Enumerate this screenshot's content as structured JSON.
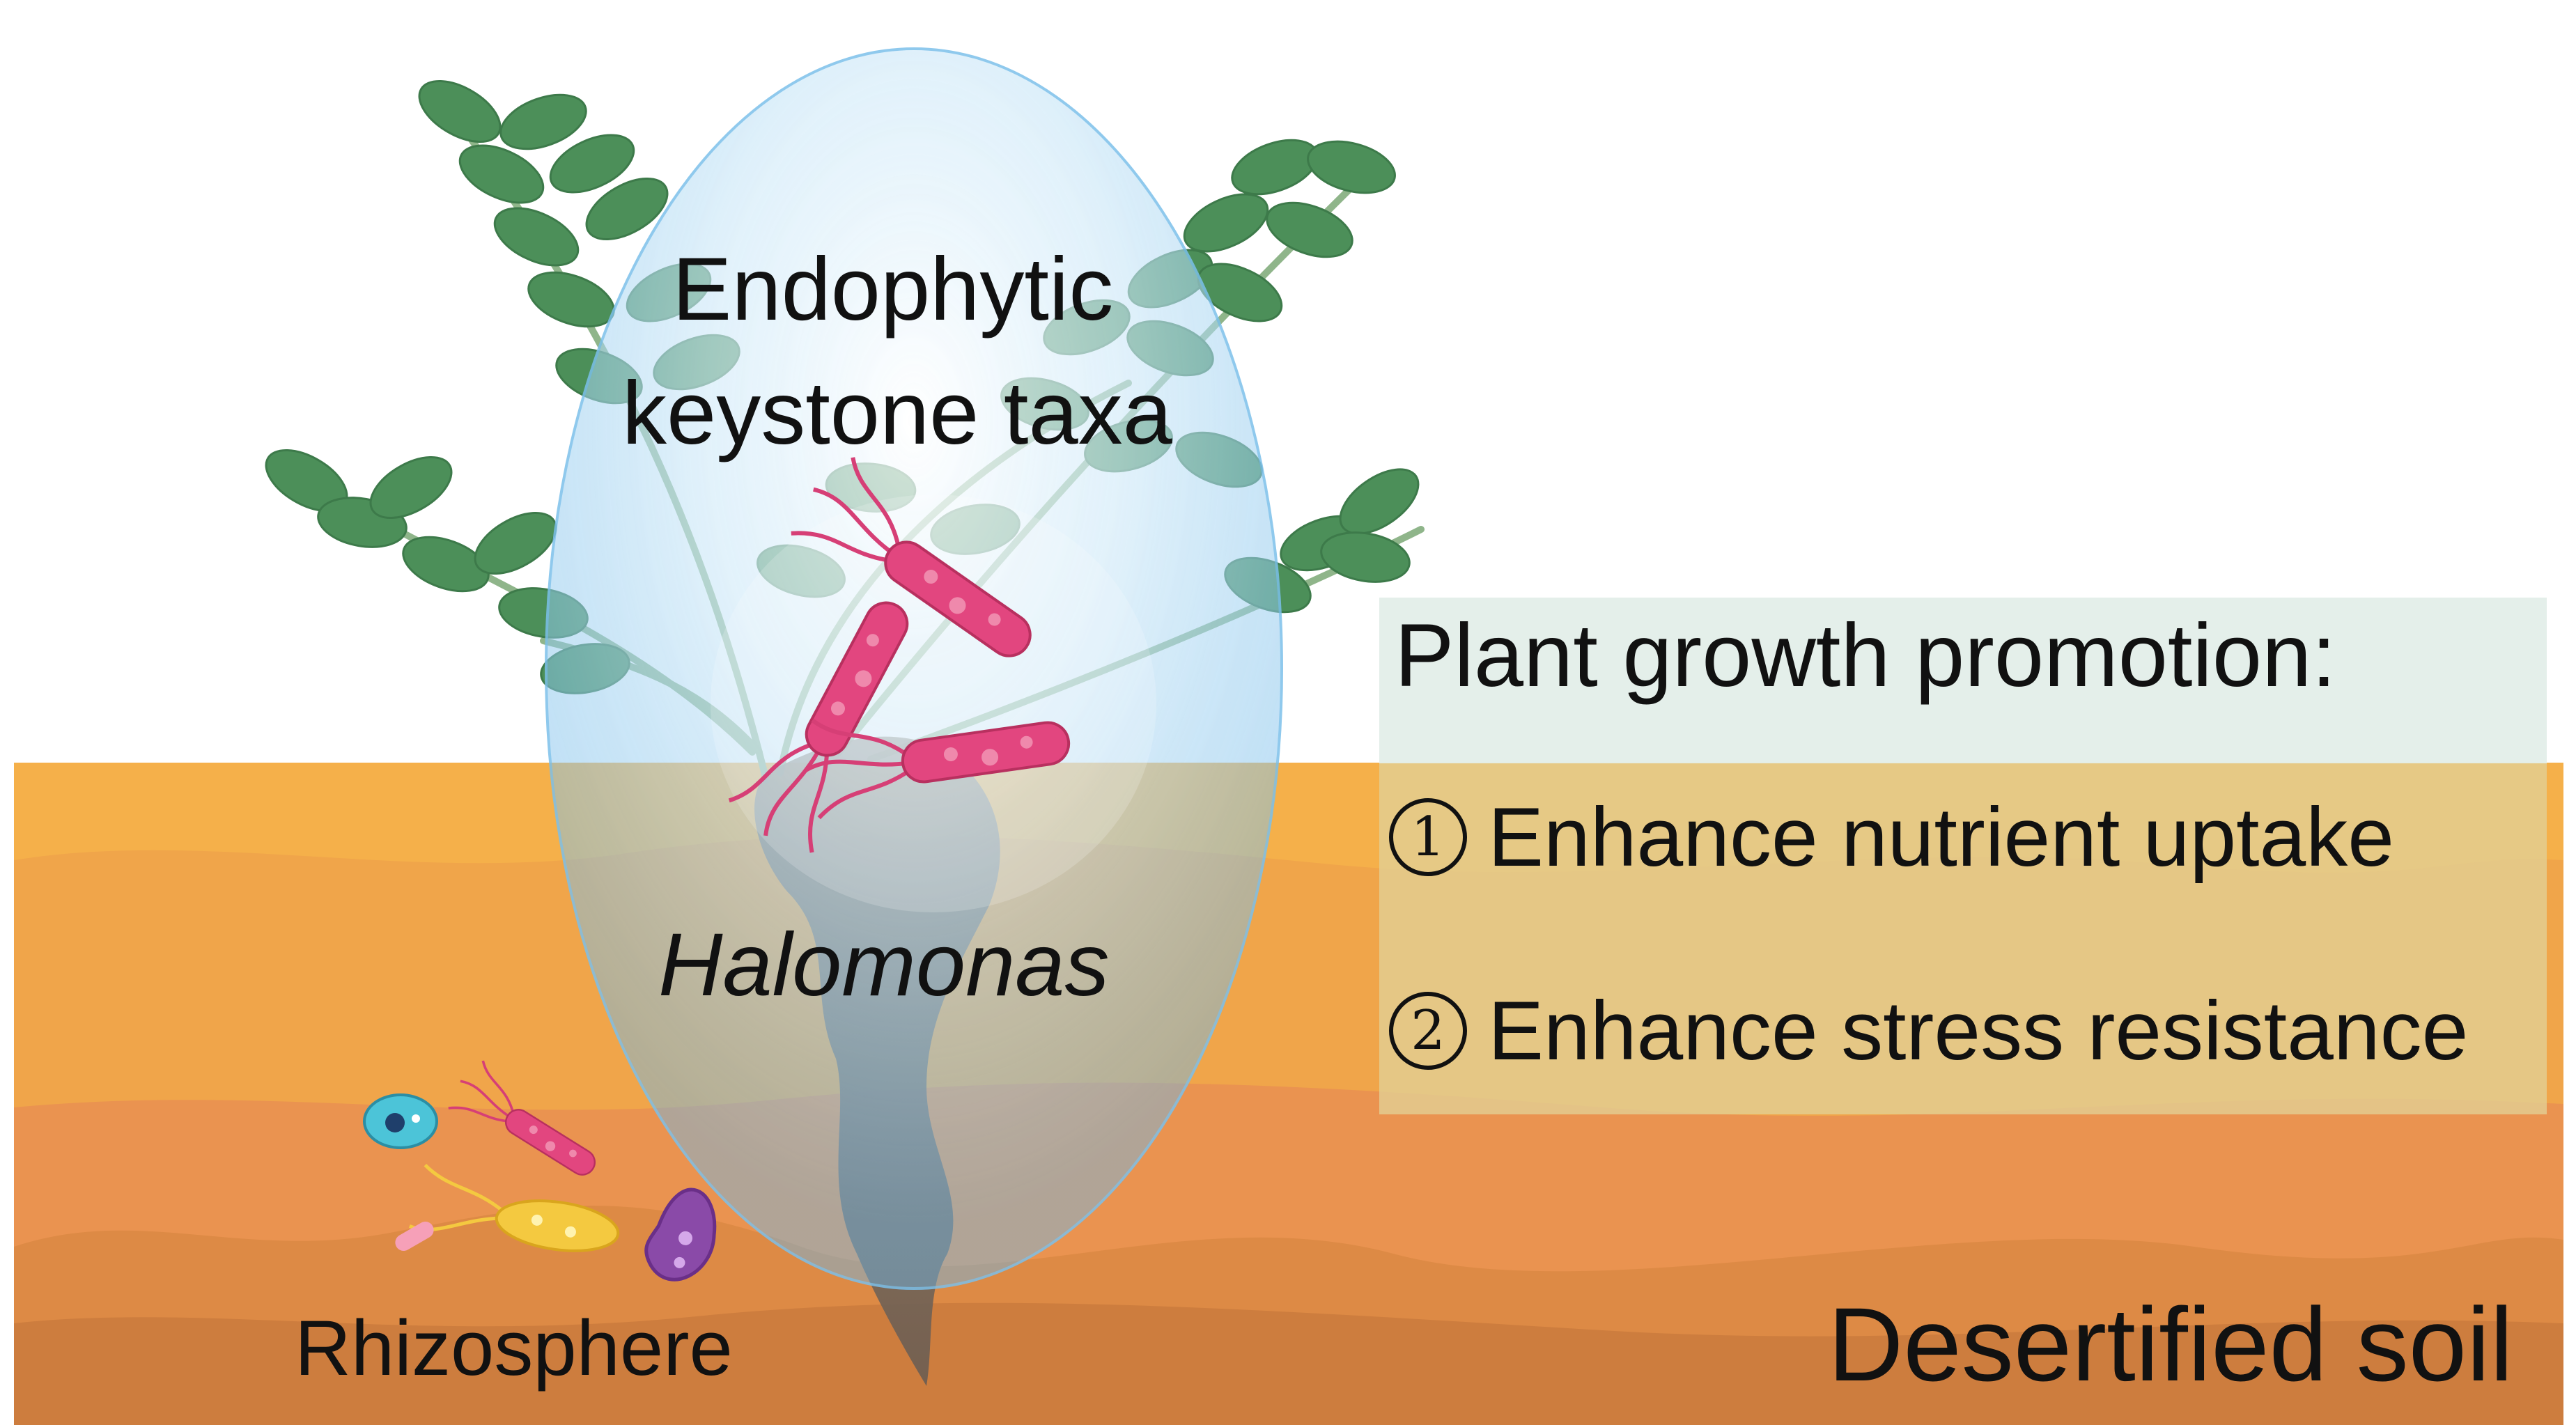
{
  "labels": {
    "endophytic_line1": "Endophytic",
    "endophytic_line2": "keystone taxa",
    "genus": "Halomonas",
    "rhizosphere": "Rhizosphere",
    "soil": "Desertified soil"
  },
  "info_panel": {
    "title": "Plant growth promotion:",
    "items": [
      {
        "marker": "1",
        "text": "Enhance nutrient uptake"
      },
      {
        "marker": "2",
        "text": "Enhance stress resistance"
      }
    ]
  },
  "colors": {
    "soil_layer_1": "#f5b04a",
    "soil_layer_2": "#f0a54a",
    "soil_layer_3": "#ea9350",
    "soil_layer_4": "#dd8a45",
    "soil_layer_5": "#cd7d3e",
    "leaf": "#4c8f59",
    "stem": "#8fb58a",
    "root": "#7a6d62",
    "halo_bubble": "#8cc8ee",
    "bacterium_pink": "#e2467f",
    "bacterium_yellow": "#f4c940",
    "bacterium_purple": "#8a4aa8",
    "bacterium_cyan": "#4cc4d8"
  },
  "icons": [
    "leaf-icon",
    "rod-bacterium-icon",
    "yellow-bacillus-icon",
    "purple-bacterium-icon",
    "cyan-coccus-icon"
  ]
}
